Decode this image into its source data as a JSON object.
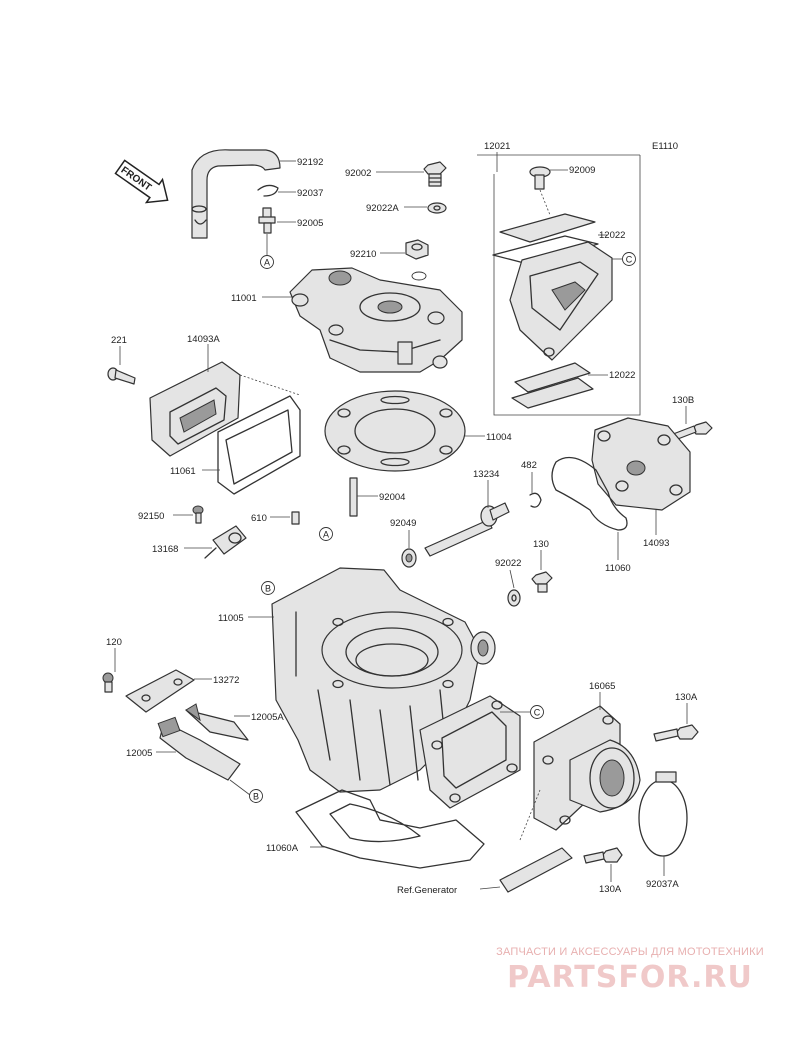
{
  "diagram_code": "E1110",
  "front_label": "FRONT",
  "ref_label": "Ref.Generator",
  "parts": {
    "p92192": "92192",
    "p92037": "92037",
    "p92005": "92005",
    "p92002": "92002",
    "p92022A": "92022A",
    "p92210": "92210",
    "p11001": "11001",
    "p12021": "12021",
    "p92009": "92009",
    "p12022a": "12022",
    "p12022b": "12022",
    "p221": "221",
    "p14093A": "14093A",
    "p11061": "11061",
    "p11004": "11004",
    "p130B": "130B",
    "p13234": "13234",
    "p482": "482",
    "p92004": "92004",
    "p92150": "92150",
    "p610": "610",
    "p13168": "13168",
    "p92049": "92049",
    "p130": "130",
    "p92022": "92022",
    "p14093": "14093",
    "p11060": "11060",
    "p11005": "11005",
    "p120": "120",
    "p13272": "13272",
    "p12005A": "12005A",
    "p12005": "12005",
    "p16065": "16065",
    "p130A_1": "130A",
    "p130A_2": "130A",
    "p92037A": "92037A",
    "p11060A": "11060A"
  },
  "markers": {
    "A": "A",
    "B": "B",
    "C": "C"
  },
  "watermark": {
    "tagline": "ЗАПЧАСТИ И АКСЕССУАРЫ ДЛЯ МОТОТЕХНИКИ",
    "brand": "PARTSFOR.RU"
  },
  "colors": {
    "line": "#333333",
    "watermark": "#f0c9c9"
  }
}
